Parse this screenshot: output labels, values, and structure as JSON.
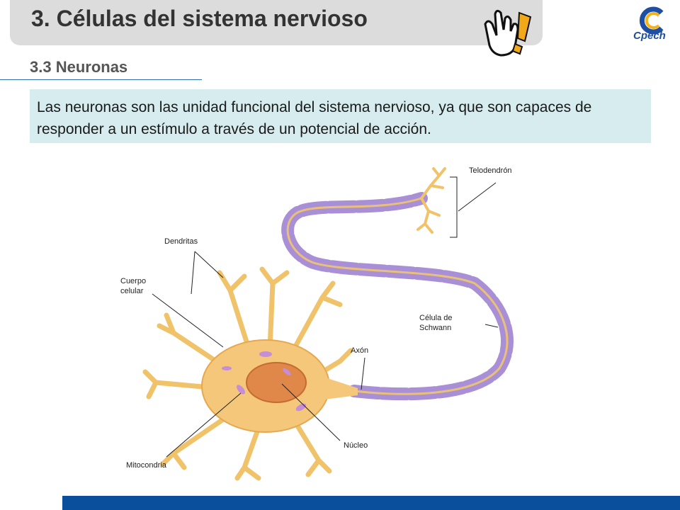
{
  "header": {
    "title": "3. Células del sistema nervioso",
    "logo_text": "Cpech"
  },
  "section": {
    "subtitle": "3.3 Neuronas",
    "body": "Las neuronas son las unidad funcional del sistema nervioso, ya que son capaces de responder a un estímulo a través de un potencial de acción."
  },
  "diagram": {
    "labels": {
      "telodendron": "Telodendrón",
      "dendrites": "Dendritas",
      "cell_body_1": "Cuerpo",
      "cell_body_2": "celular",
      "schwann_1": "Célula de",
      "schwann_2": "Schwann",
      "axon": "Axón",
      "nucleus": "Núcleo",
      "mitochondria": "Mitocondria"
    }
  },
  "colors": {
    "title_bar": "#dcdcdc",
    "text_box": "#d6ecee",
    "footer_bar": "#0a4f9c",
    "neuron": "#f5c77a",
    "myelin": "#a98fd6"
  }
}
